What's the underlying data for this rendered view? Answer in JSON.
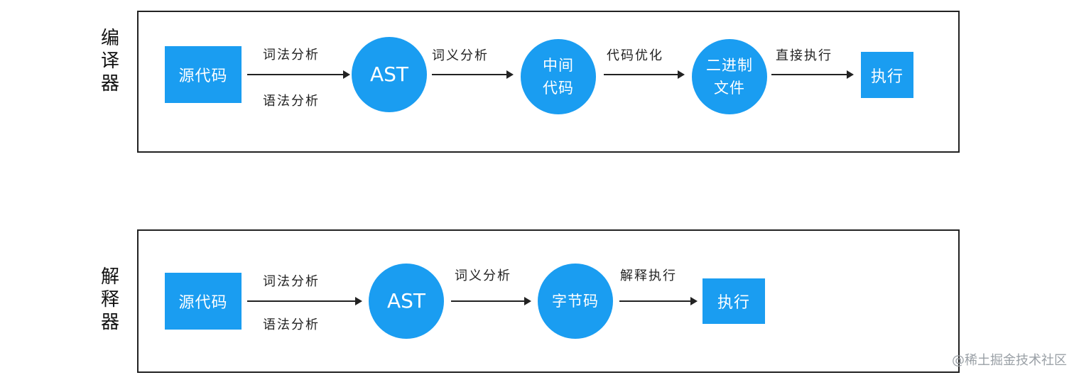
{
  "compiler": {
    "title": "编译器",
    "source": "源代码",
    "lexical": "词法分析",
    "syntax": "语法分析",
    "ast": "AST",
    "semantic": "词义分析",
    "ir_line1": "中间",
    "ir_line2": "代码",
    "optimize": "代码优化",
    "binary_line1": "二进制",
    "binary_line2": "文件",
    "direct_exec": "直接执行",
    "execute": "执行"
  },
  "interpreter": {
    "title": "解释器",
    "source": "源代码",
    "lexical": "词法分析",
    "syntax": "语法分析",
    "ast": "AST",
    "semantic": "词义分析",
    "bytecode": "字节码",
    "interpret_exec": "解释执行",
    "execute": "执行"
  },
  "watermark": "@稀土掘金技术社区",
  "colors": {
    "node": "#1a9df1",
    "border": "#222222"
  }
}
